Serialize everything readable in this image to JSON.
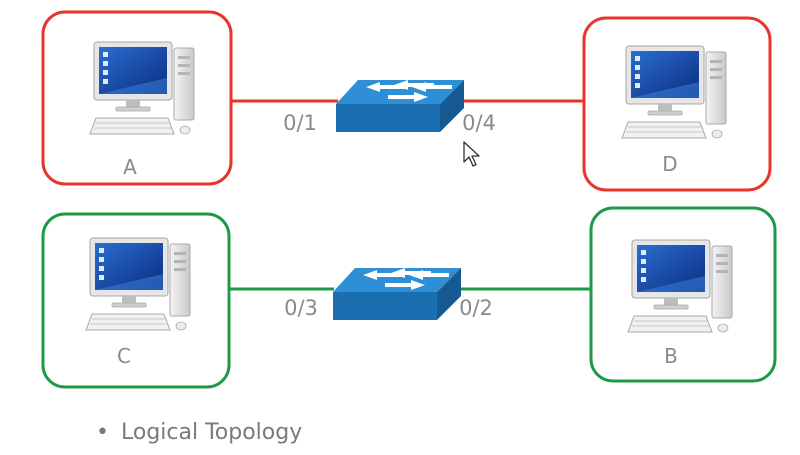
{
  "colors": {
    "group1_border": "#e8352b",
    "group1_link": "#e8352b",
    "group2_border": "#1e9a47",
    "group2_link": "#1e9a47",
    "switch_top": "#2e8fd6",
    "switch_side": "#1b6fb1",
    "label_text": "#8a8a8a"
  },
  "computers": {
    "a": {
      "label": "A",
      "icon": "desktop-computer-icon"
    },
    "d": {
      "label": "D",
      "icon": "desktop-computer-icon"
    },
    "c": {
      "label": "C",
      "icon": "desktop-computer-icon"
    },
    "b": {
      "label": "B",
      "icon": "desktop-computer-icon"
    }
  },
  "switches": {
    "top": {
      "icon": "network-switch-icon",
      "port_left": "0/1",
      "port_right": "0/4"
    },
    "bottom": {
      "icon": "network-switch-icon",
      "port_left": "0/3",
      "port_right": "0/2"
    }
  },
  "cursor": {
    "icon": "mouse-pointer-icon"
  },
  "bullet": {
    "symbol": "•",
    "text": "Logical Topology"
  }
}
